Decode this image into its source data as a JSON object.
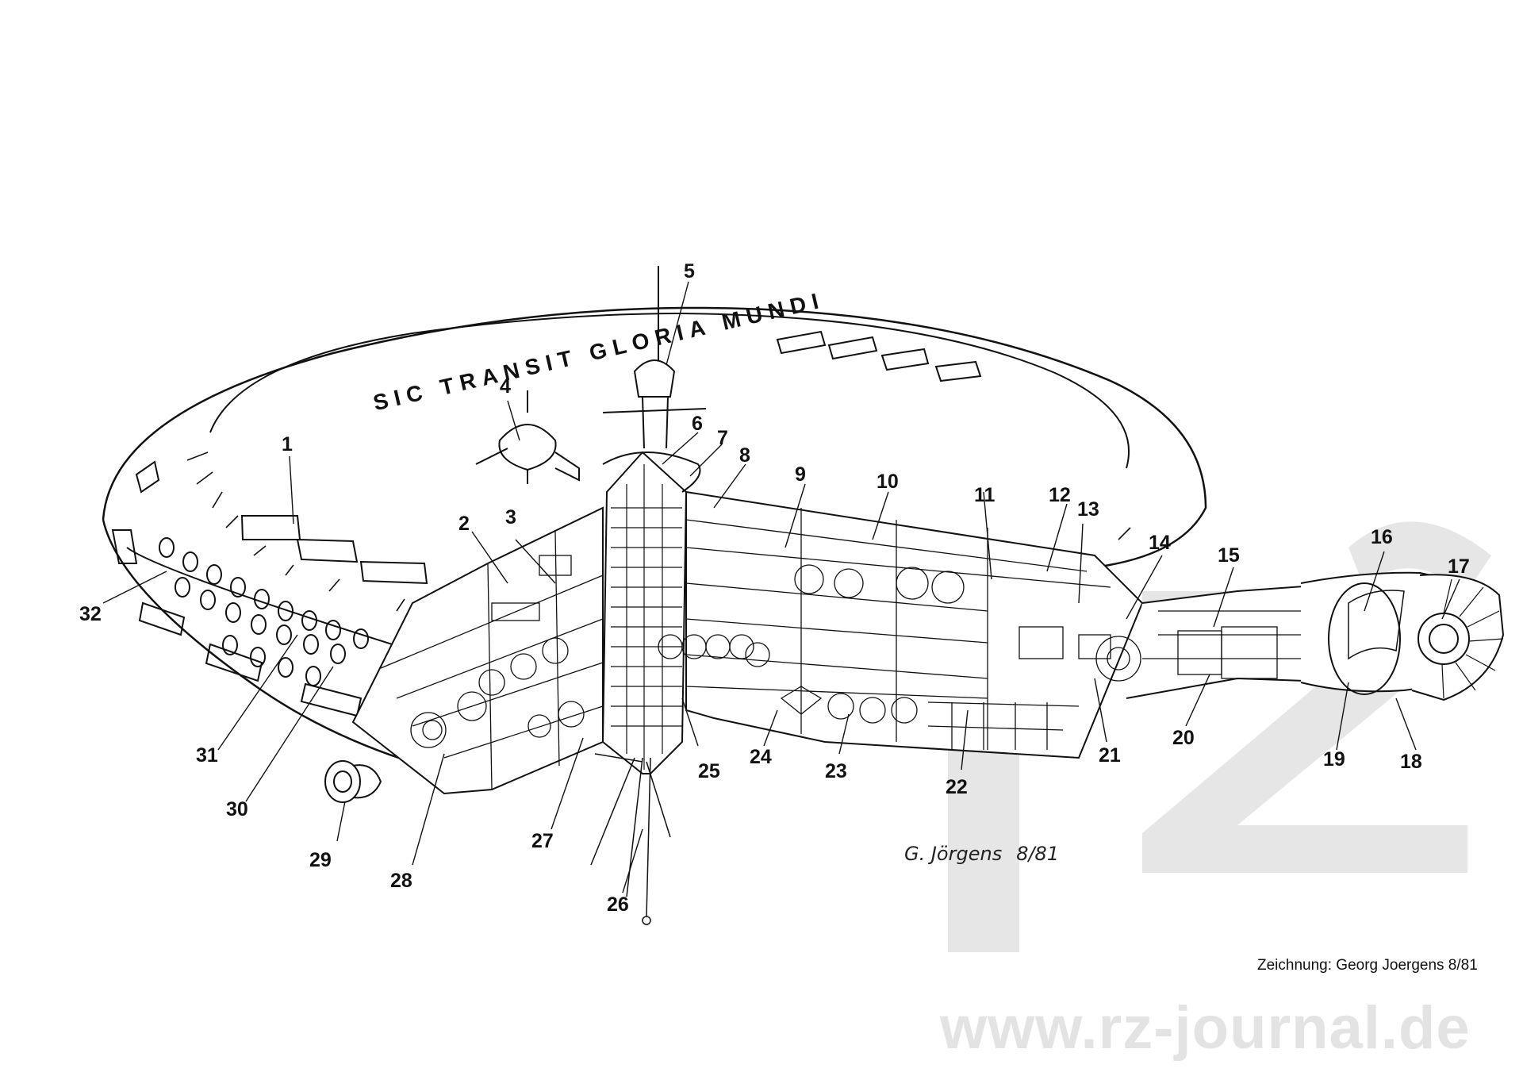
{
  "hull_text": "SIC TRANSIT GLORIA MUNDI",
  "callouts": [
    "1",
    "2",
    "3",
    "4",
    "5",
    "6",
    "7",
    "8",
    "9",
    "10",
    "11",
    "12",
    "13",
    "14",
    "15",
    "16",
    "17",
    "18",
    "19",
    "20",
    "21",
    "22",
    "23",
    "24",
    "25",
    "26",
    "27",
    "28",
    "29",
    "30",
    "31",
    "32"
  ],
  "signature": {
    "name": "G. Jörgens",
    "date": "8/81"
  },
  "credit": "Zeichnung: Georg Joergens 8/81",
  "watermark": {
    "site": "www.rz-journal.de",
    "logo": "rz"
  }
}
